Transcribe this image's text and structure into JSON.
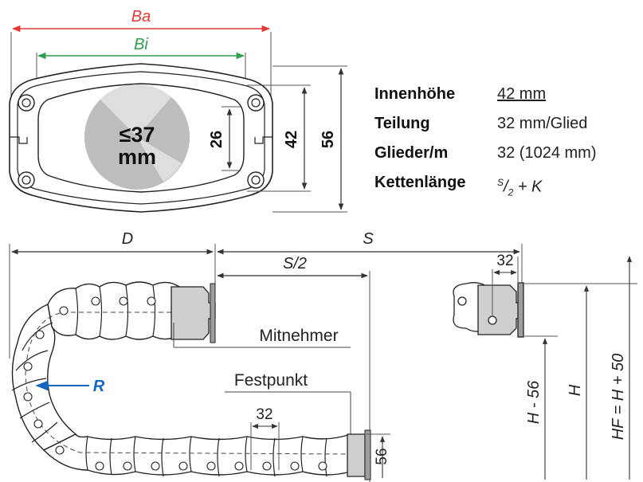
{
  "top_view": {
    "ba_label": "Ba",
    "bi_label": "Bi",
    "inner_label": "≤37",
    "inner_unit": "mm",
    "dim_26": "26",
    "dim_42": "42",
    "dim_56": "56"
  },
  "specs": [
    {
      "label": "Innenhöhe",
      "value": "42 mm"
    },
    {
      "label": "Teilung",
      "value": "32 mm/Glied"
    },
    {
      "label": "Glieder/m",
      "value": "32 (1024 mm)"
    },
    {
      "label": "Kettenlänge",
      "value_s": "S",
      "value_2": "2",
      "value_rest": " + K"
    }
  ],
  "side_view": {
    "d_label": "D",
    "s_label": "S",
    "s_half_label": "S/2",
    "pitch_label_top": "32",
    "pitch_label_bottom": "32",
    "mitnehmer": "Mitnehmer",
    "festpunkt": "Festpunkt",
    "r_label": "R",
    "dim_56_side": "56",
    "h_minus": "H - 56",
    "h_label": "H",
    "hf_label": "HF = H + 50"
  },
  "colors": {
    "ba": "#e53935",
    "bi": "#2e9e4f",
    "r": "#1565c0",
    "chain_fill": "#ffffff",
    "bracket_fill": "#cfcfcf",
    "disk_fill": "#bdbdbd"
  }
}
